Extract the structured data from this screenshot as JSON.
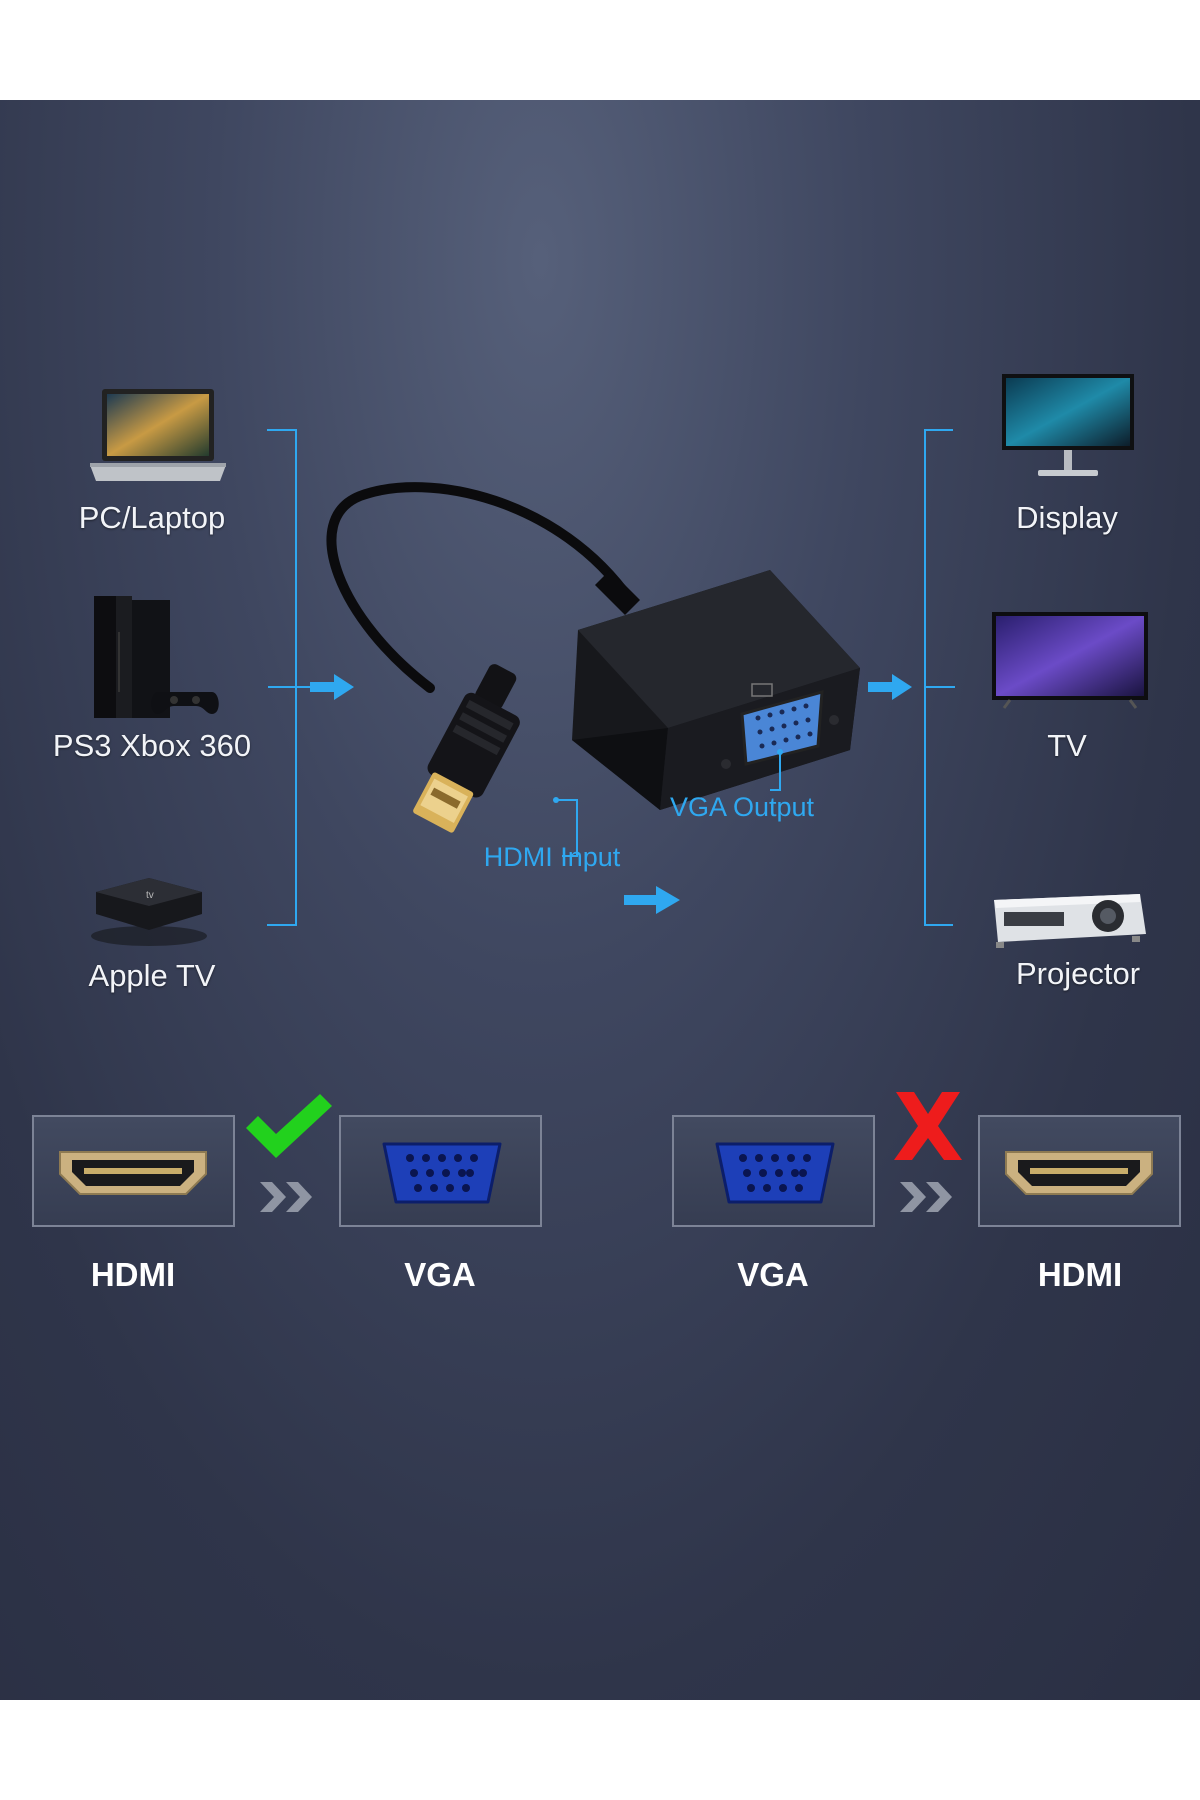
{
  "inputs": [
    {
      "label": "PC/Laptop",
      "icon": "laptop-icon"
    },
    {
      "label": "PS3 Xbox 360",
      "icon": "game-console-icon"
    },
    {
      "label": "Apple TV",
      "icon": "apple-tv-box-icon"
    }
  ],
  "outputs": [
    {
      "label": "Display",
      "icon": "monitor-icon"
    },
    {
      "label": "TV",
      "icon": "tv-icon"
    },
    {
      "label": "Projector",
      "icon": "projector-icon"
    }
  ],
  "adapter": {
    "hdmi_input_label": "HDMI Input",
    "vga_output_label": "VGA Output"
  },
  "compatibility": {
    "supported": {
      "from": "HDMI",
      "to": "VGA",
      "mark": "check-icon"
    },
    "unsupported": {
      "from": "VGA",
      "to": "HDMI",
      "mark": "x-icon"
    }
  },
  "colors": {
    "accent_blue": "#2fa8f0",
    "check_green": "#22d11d",
    "cross_red": "#ee1c1c",
    "background": "#3a4157"
  }
}
